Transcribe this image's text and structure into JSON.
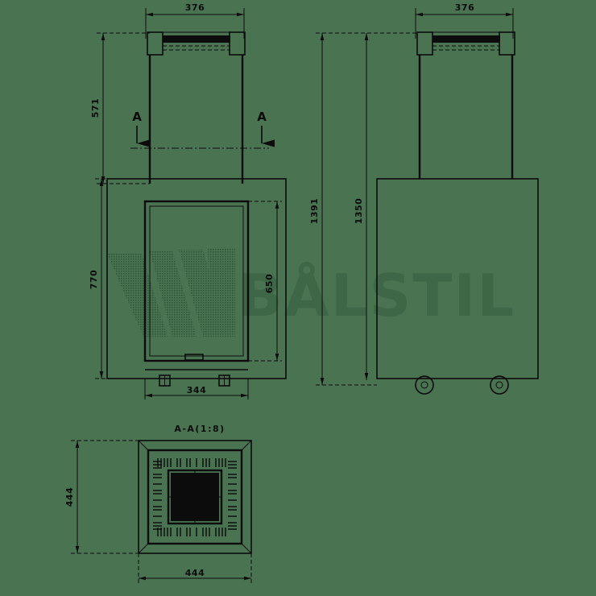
{
  "document": {
    "type": "technical-drawing",
    "background_color": "#4a7352",
    "line_color": "#0c0c0c"
  },
  "watermark": {
    "brand_text": "BÅLSTIL",
    "logo_name": "balstil-flame-logo",
    "color": "#3e6747"
  },
  "views": {
    "front": {
      "name": "front-elevation-view",
      "dimensions": {
        "top_width": "376",
        "upper_height": "571",
        "lower_height": "770",
        "inner_height": "650",
        "base_width": "344"
      },
      "section_markers": {
        "left_label": "A",
        "right_label": "A"
      }
    },
    "side": {
      "name": "side-elevation-view",
      "dimensions": {
        "top_width": "376",
        "overall_height": "1391",
        "body_height": "1350"
      }
    },
    "section": {
      "name": "section-aa-view",
      "title": "A-A(1:8)",
      "dimensions": {
        "height": "444",
        "width": "444"
      }
    }
  }
}
